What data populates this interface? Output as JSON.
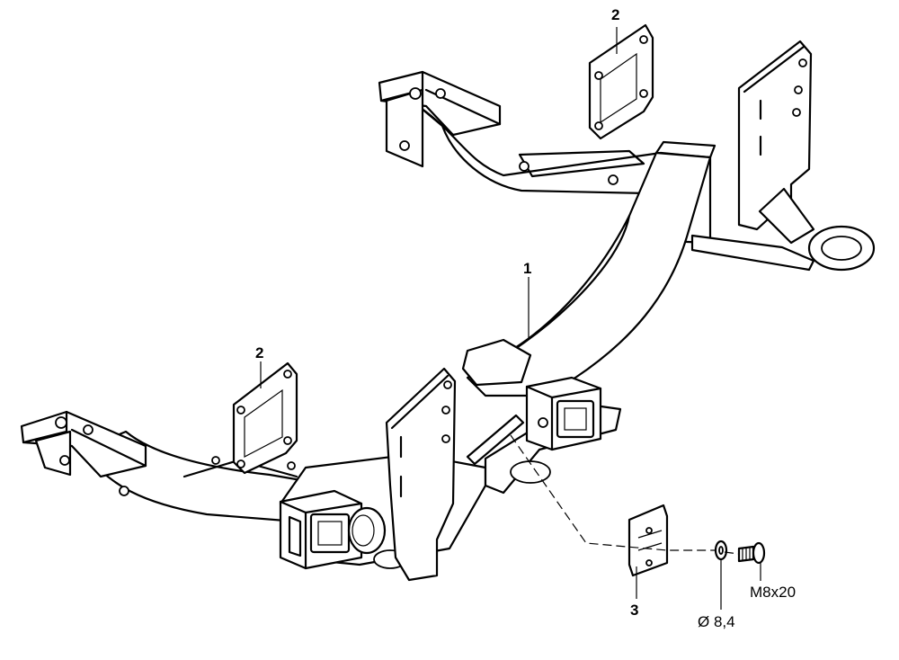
{
  "labels": {
    "part1": "1",
    "part2_top": "2",
    "part2_left": "2",
    "part3": "3",
    "bolt": "M8x20",
    "washer": "Ø 8,4"
  }
}
